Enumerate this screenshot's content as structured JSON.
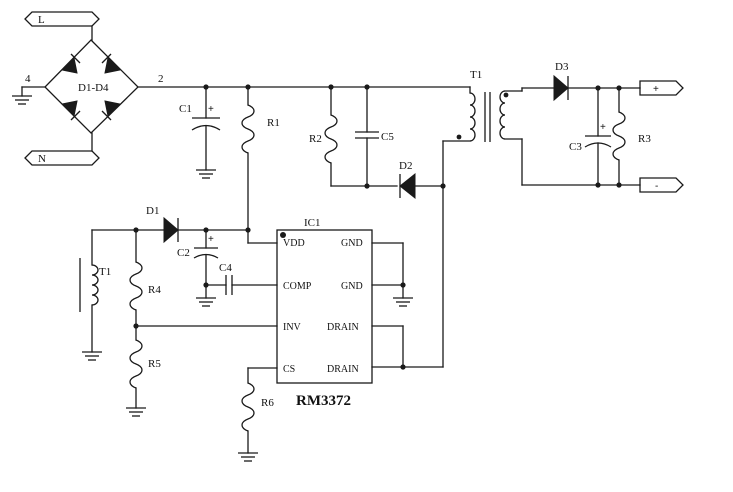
{
  "ports": {
    "L": "L",
    "N": "N",
    "plus": "+",
    "minus": "-"
  },
  "nodes": {
    "n4": "4",
    "n2": "2"
  },
  "components": {
    "bridge": "D1-D4",
    "c1": "C1",
    "c2": "C2",
    "c3": "C3",
    "c4": "C4",
    "c5": "C5",
    "r1": "R1",
    "r2": "R2",
    "r3": "R3",
    "r4": "R4",
    "r5": "R5",
    "r6": "R6",
    "d1": "D1",
    "d2": "D2",
    "d3": "D3",
    "t1_main": "T1",
    "t1_aux": "T1",
    "ic_ref": "IC1",
    "ic_part": "RM3372"
  },
  "polarity": {
    "plus": "+"
  },
  "ic_pins": {
    "vdd": "VDD",
    "comp": "COMP",
    "inv": "INV",
    "cs": "CS",
    "gnd1": "GND",
    "gnd2": "GND",
    "drain1": "DRAIN",
    "drain2": "DRAIN"
  }
}
